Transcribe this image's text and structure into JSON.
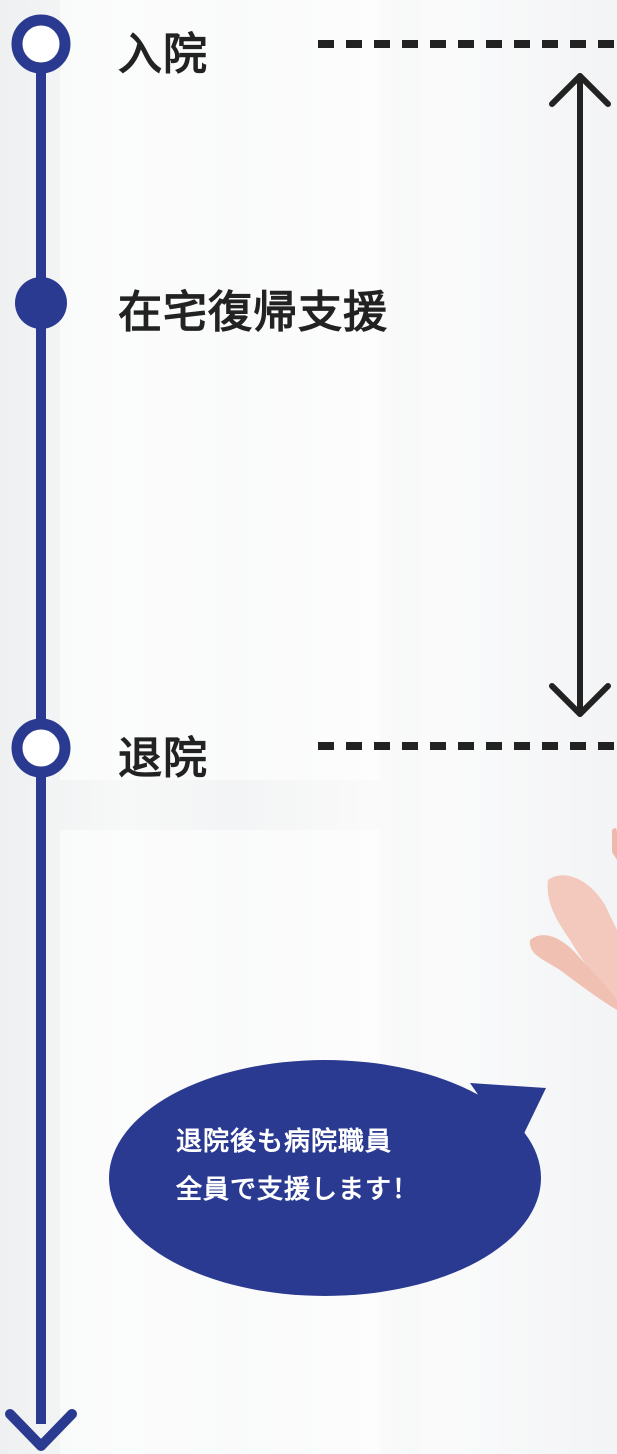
{
  "timeline": {
    "admission_label": "入院",
    "support_label": "在宅復帰支援",
    "discharge_label": "退院"
  },
  "speech_bubble": {
    "line1": "退院後も病院職員",
    "line2": "全員で支援します！"
  },
  "colors": {
    "accent": "#2b3a91",
    "text": "#222222",
    "bubble_text": "#ffffff"
  }
}
